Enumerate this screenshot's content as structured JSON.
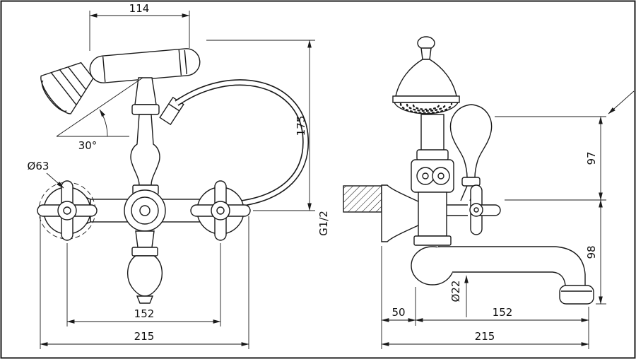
{
  "colors": {
    "line": "#1a1a1a",
    "background": "#ffffff"
  },
  "front_view": {
    "handset_width": "114",
    "overall_height": "175",
    "handset_angle": "30°",
    "handle_diameter": "Ø63",
    "handle_centers": "152",
    "overall_width": "215"
  },
  "side_view": {
    "inlet_thread": "G1/2",
    "upper_height": "97",
    "lower_height": "98",
    "spout_diameter": "Ø22",
    "wall_offset": "50",
    "spout_reach": "152",
    "overall_depth": "215"
  }
}
